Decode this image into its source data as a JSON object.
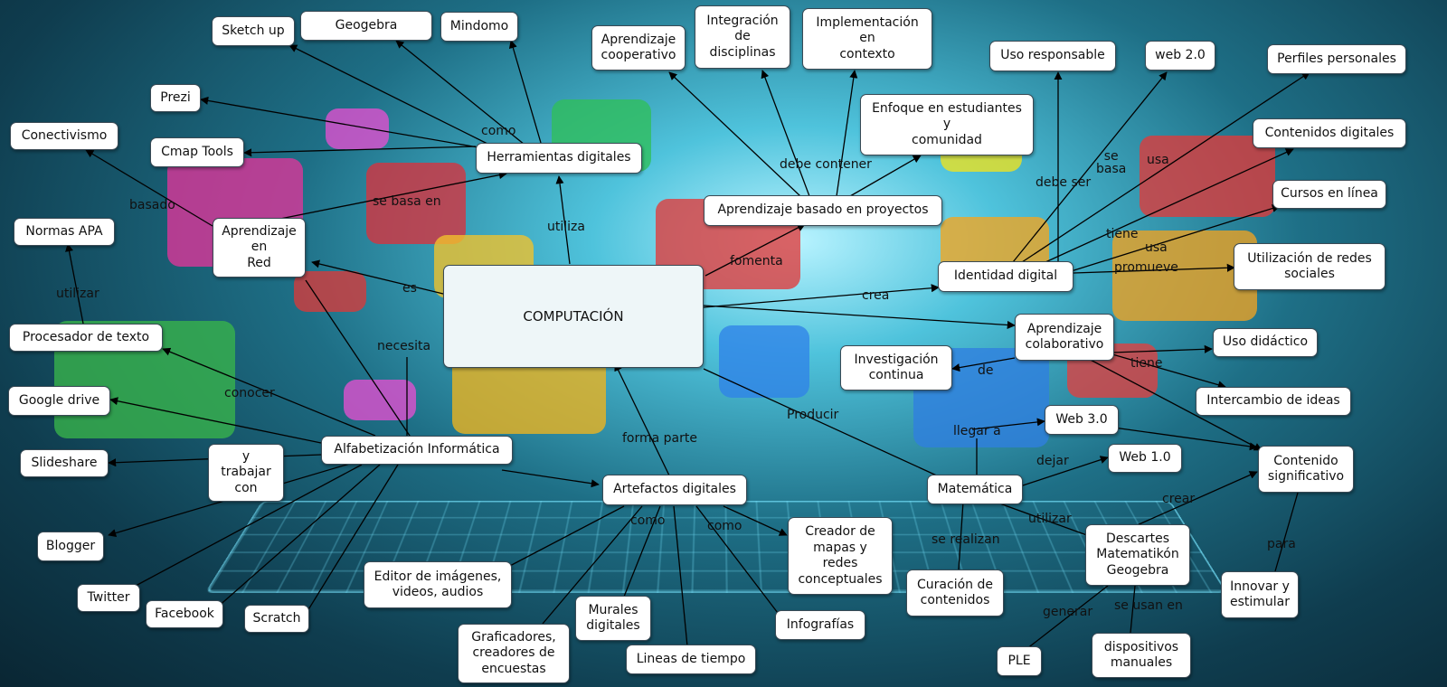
{
  "root": "COMPUTACIÓN",
  "nodes": {
    "sketchup": "Sketch up",
    "geogebra": "Geogebra",
    "mindomo": "Mindomo",
    "prezi": "Prezi",
    "conectivismo": "Conectivismo",
    "cmap": "Cmap Tools",
    "herramientas": "Herramientas digitales",
    "normas_apa": "Normas APA",
    "aprendizaje_red": "Aprendizaje\nen\nRed",
    "procesador": "Procesador de texto",
    "google_drive": "Google drive",
    "slideshare": "Slideshare",
    "y_trabajar": "y\ntrabajar\ncon",
    "alfabetizacion": "Alfabetización Informática",
    "blogger": "Blogger",
    "twitter": "Twitter",
    "facebook": "Facebook",
    "scratch": "Scratch",
    "editor": "Editor de imágenes,\nvideos, audios",
    "graficadores": "Graficadores,\ncreadores de\nencuestas",
    "murales": "Murales\ndigitales",
    "lineas": "Lineas de tiempo",
    "artefactos": "Artefactos digitales",
    "creador_mapas": "Creador de\nmapas y\nredes\nconceptuales",
    "infografias": "Infografías",
    "aprendizaje_coop": "Aprendizaje\ncooperativo",
    "integracion": "Integración\nde\ndisciplinas",
    "implementacion": "Implementación\nen\ncontexto",
    "enfoque": "Enfoque en estudiantes\ny\ncomunidad",
    "abp": "Aprendizaje basado en proyectos",
    "uso_responsable": "Uso responsable",
    "web20": "web 2.0",
    "perfiles": "Perfiles personales",
    "contenidos_dig": "Contenidos digitales",
    "cursos": "Cursos en línea",
    "identidad": "Identidad digital",
    "redes_sociales": "Utilización de redes\nsociales",
    "aprendizaje_colab": "Aprendizaje\ncolaborativo",
    "investigacion": "Investigación\ncontinua",
    "uso_didactico": "Uso didáctico",
    "intercambio": "Intercambio de ideas",
    "web30": "Web 3.0",
    "web10": "Web 1.0",
    "contenido_sig": "Contenido\nsignificativo",
    "matematica": "Matemática",
    "curacion": "Curación de\ncontenidos",
    "descartes": "Descartes\nMatematikón\nGeogebra",
    "innovar": "Innovar y\nestimular",
    "ple": "PLE",
    "dispositivos": "dispositivos\nmanuales"
  },
  "link_labels": {
    "como1": "como",
    "utiliza": "utiliza",
    "basado": "basado",
    "se_basa_en": "se basa en",
    "es": "es",
    "utilizar1": "utilizar",
    "necesita": "necesita",
    "conocer": "conocer",
    "forma_parte": "forma parte",
    "como2": "como",
    "como3": "como",
    "debe_contener": "debe contener",
    "fomenta": "fomenta",
    "crea": "crea",
    "debe_ser": "debe ser",
    "se_basa": "se\nbasa",
    "usa1": "usa",
    "tiene1": "tiene",
    "usa2": "usa",
    "promueve": "promueve",
    "de": "de",
    "tiene2": "tiene",
    "producir": "Producir",
    "llegar_a": "llegar a",
    "dejar": "dejar",
    "utilizar2": "utilizar",
    "se_realizan": "se realizan",
    "crear": "crear",
    "para": "para",
    "generar": "generar",
    "se_usan_en": "se usan en"
  }
}
